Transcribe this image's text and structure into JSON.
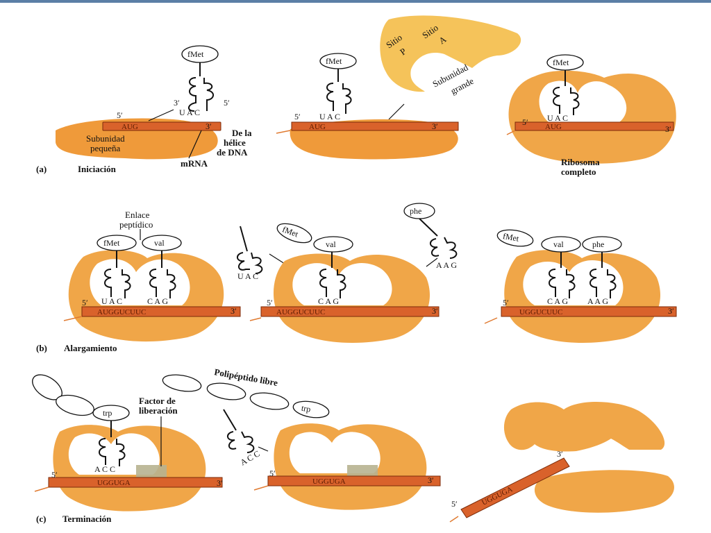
{
  "sections": {
    "a": {
      "letter": "(a)",
      "title": "Iniciación"
    },
    "b": {
      "letter": "(b)",
      "title": "Alargamiento"
    },
    "c": {
      "letter": "(c)",
      "title": "Terminación"
    }
  },
  "labels": {
    "small_subunit_1": "Subunidad",
    "small_subunit_2": "pequeña",
    "dna_1": "De la",
    "dna_2": "hélice",
    "dna_3": "de DNA",
    "mrna": "mRNA",
    "site_p_1": "Sitio",
    "site_p_2": "P",
    "site_a_1": "Sitio",
    "site_a_2": "A",
    "large_subunit_1": "Subunidad",
    "large_subunit_2": "grande",
    "complete_ribosome_1": "Ribosoma",
    "complete_ribosome_2": "completo",
    "peptide_bond_1": "Enlace",
    "peptide_bond_2": "peptídico",
    "release_factor_1": "Factor de",
    "release_factor_2": "liberación",
    "free_polypeptide": "Polipéptido libre",
    "five_prime": "5′",
    "three_prime": "3′"
  },
  "amino_acids": {
    "fmet": "fMet",
    "val": "val",
    "phe": "phe",
    "trp": "trp"
  },
  "anticodons": {
    "uac": "U A C",
    "cag": "C A G",
    "aag": "A A G",
    "acc": "A C C",
    "u_a_c_loose": "U A C",
    "a_a_g_loose": "A A G"
  },
  "codons": {
    "a1": "AUG",
    "a2": "AUG",
    "a3": "AUG",
    "b1": "AUGGUCUUC",
    "b2": "AUGGUCUUC",
    "b3": "UGGUCUUC",
    "c1": "UGGUGA",
    "c2": "UGGUGA",
    "c3": "UGGUGA"
  },
  "colors": {
    "ribosome": "#ef9a3a",
    "large_subunit_pale": "#f5c35a",
    "mrna": "#d9622b",
    "top_bar": "#5b7fa6"
  }
}
